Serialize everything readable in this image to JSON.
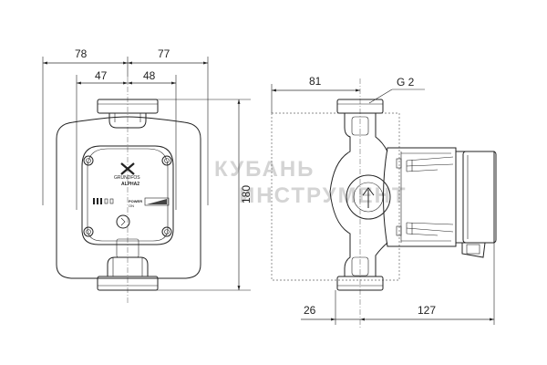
{
  "front_view": {
    "dims": {
      "total_left": "78",
      "total_right": "77",
      "inner_left": "47",
      "inner_right": "48",
      "height": "180"
    },
    "label": {
      "brand": "GRUNDFOS",
      "model": "ALPHA2",
      "power": "POWER",
      "power_sub": "ON"
    }
  },
  "side_view": {
    "dims": {
      "top": "81",
      "thread": "G 2",
      "bottom_left": "26",
      "bottom_right": "127"
    }
  },
  "watermark": {
    "line1": "КУБАНЬ",
    "line2": "ИНСТРУМЕНТ"
  }
}
